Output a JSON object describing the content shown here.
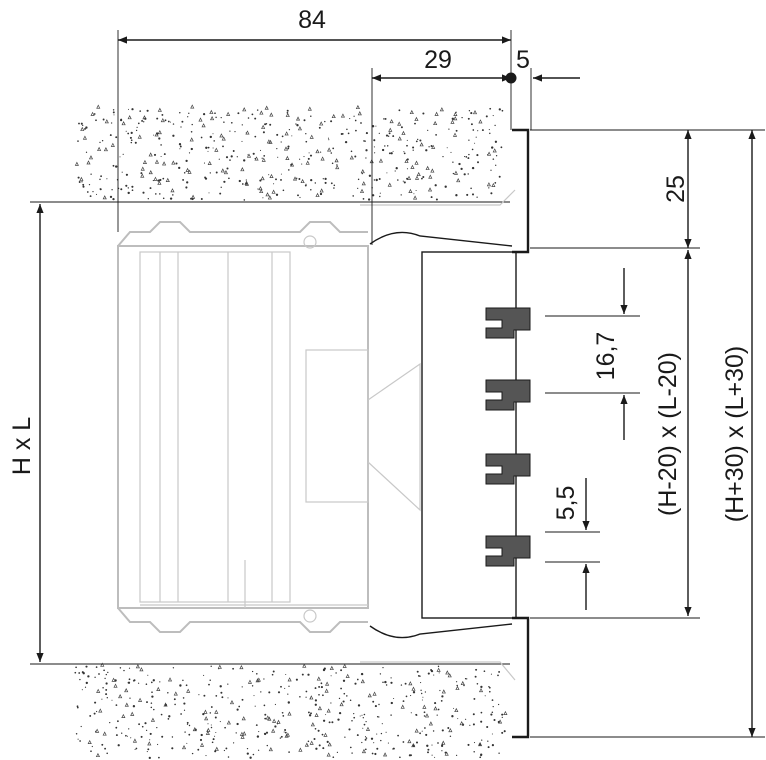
{
  "dimensions": {
    "depth_total": "84",
    "depth_partial": "29",
    "flange_thickness": "5",
    "flange_height": "25",
    "blade_pitch": "16,7",
    "blade_gap": "5,5",
    "opening_size": "H x L",
    "inner_size": "(H-20) x (L-20)",
    "outer_size": "(H+30) x (L+30)"
  },
  "blade_count": 4,
  "colors": {
    "line": "#1a1a1a",
    "ghost": "#bdbdbd",
    "blade": "#555555"
  }
}
